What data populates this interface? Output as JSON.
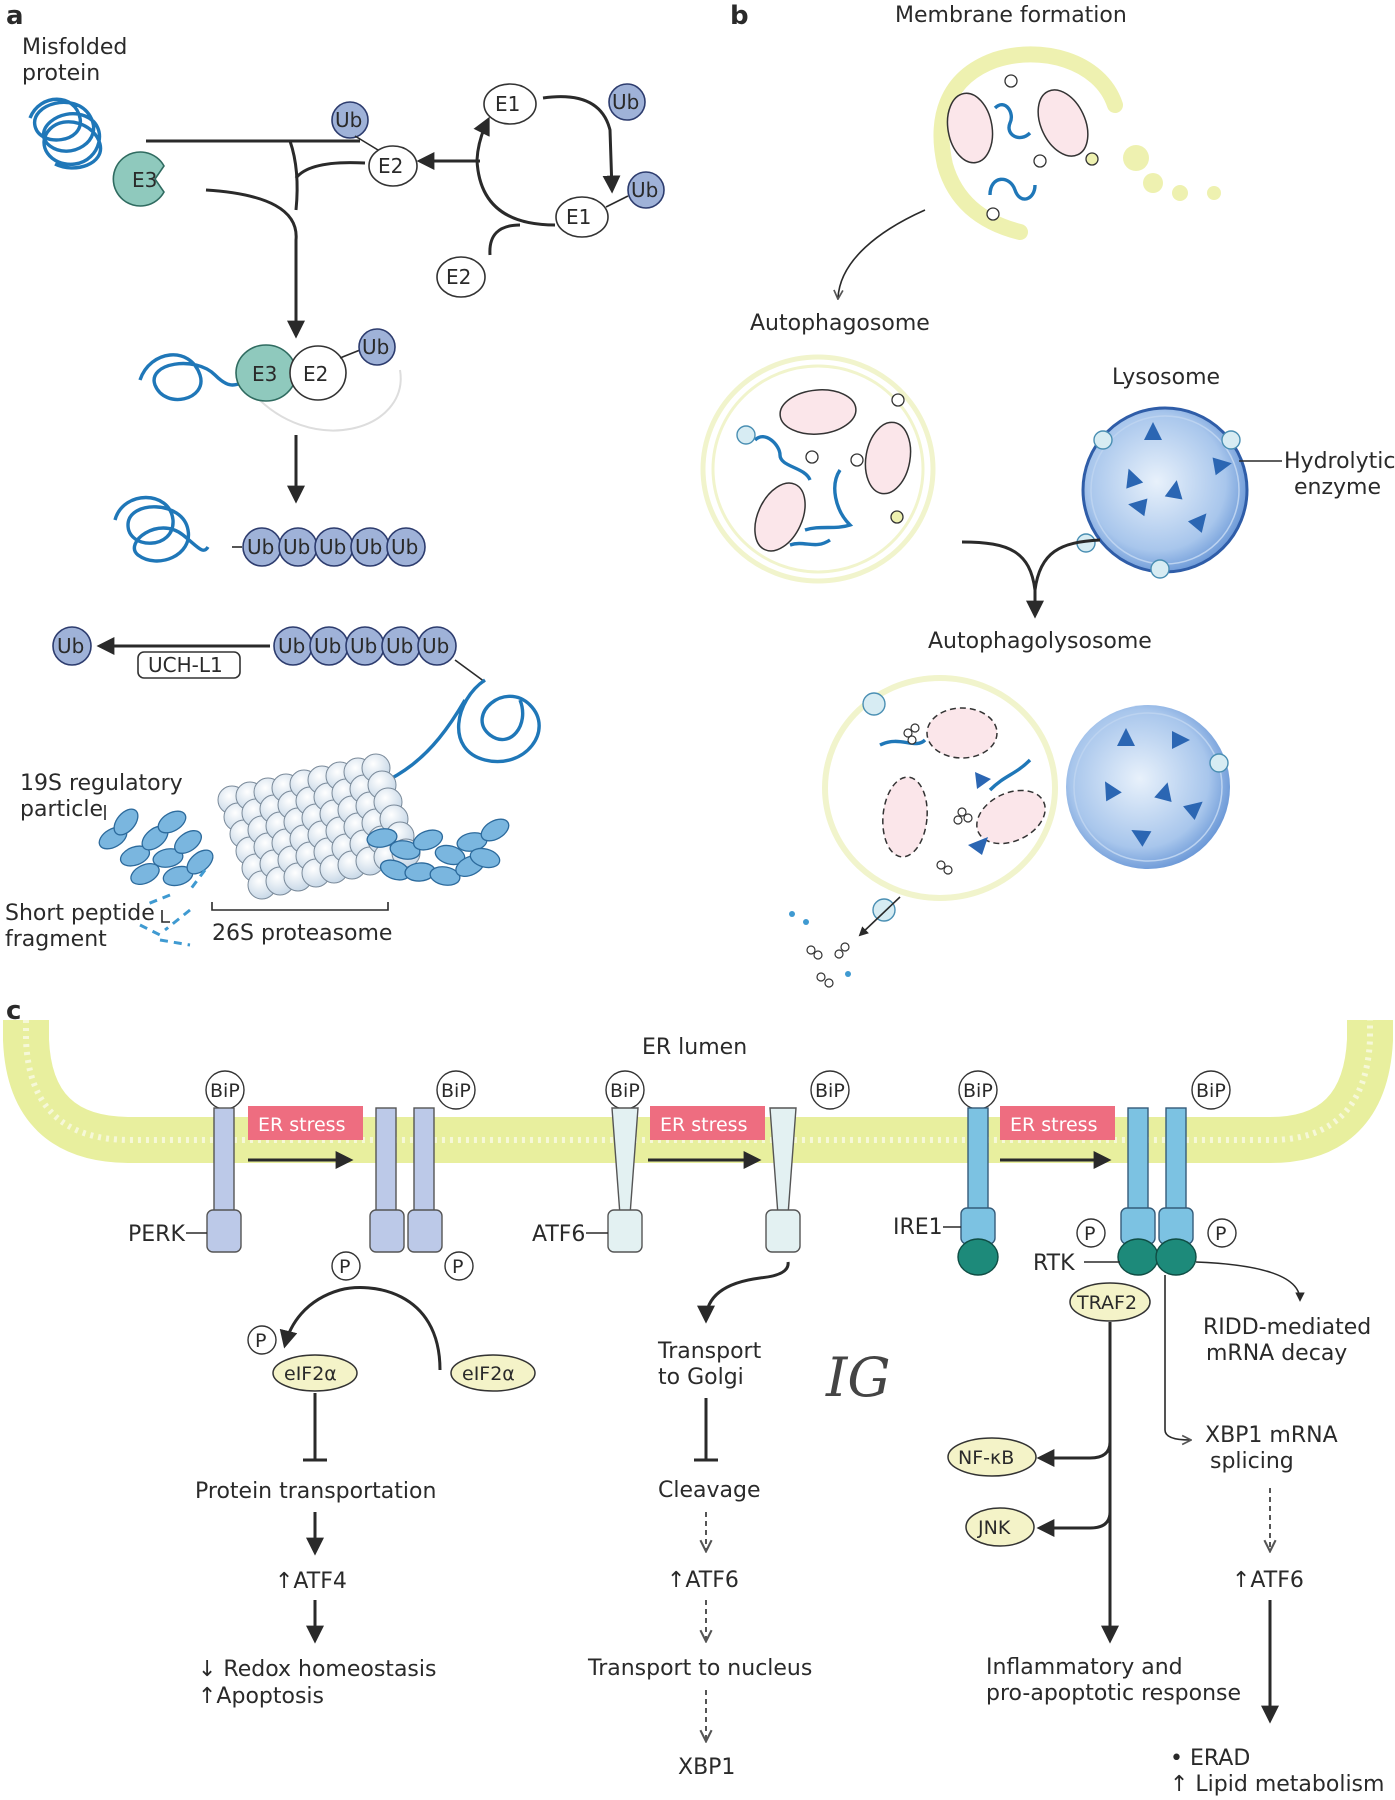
{
  "panels": {
    "a": "a",
    "b": "b",
    "c": "c"
  },
  "panel_a": {
    "misfolded_protein": [
      "Misfolded",
      "protein"
    ],
    "ub": "Ub",
    "e1": "E1",
    "e2": "E2",
    "e3": "E3",
    "uch_l1": "UCH-L1",
    "regulatory_19s": [
      "19S regulatory",
      "particle"
    ],
    "short_peptide": [
      "Short peptide",
      "fragment"
    ],
    "proteasome_26s": "26S proteasome"
  },
  "panel_b": {
    "membrane_formation": "Membrane formation",
    "autophagosome": "Autophagosome",
    "lysosome": "Lysosome",
    "hydrolytic_enzyme": [
      "Hydrolytic",
      "enzyme"
    ],
    "autophagolysosome": "Autophagolysosome"
  },
  "panel_c": {
    "er_lumen": "ER lumen",
    "bip": "BiP",
    "er_stress": "ER stress",
    "perk": "PERK",
    "atf6_sensor": "ATF6",
    "ire1": "IRE1",
    "p": "P",
    "rtk": "RTK",
    "traf2": "TRAF2",
    "eif2a": "eIF2α",
    "protein_transportation": "Protein transportation",
    "up_atf4": "↑ATF4",
    "redox": "↓ Redox homeostasis",
    "apoptosis": "↑Apoptosis",
    "transport_golgi": [
      "Transport",
      "to Golgi"
    ],
    "cleavage": "Cleavage",
    "up_atf6": "↑ATF6",
    "transport_nucleus": "Transport to nucleus",
    "xbp1": "XBP1",
    "ridd": [
      "RIDD-mediated",
      "mRNA decay"
    ],
    "xbp1_splicing": [
      "XBP1 mRNA",
      "splicing"
    ],
    "nfkb": "NF-κB",
    "jnk": "JNK",
    "inflammatory": [
      "Inflammatory and",
      "pro-apoptotic response"
    ],
    "erad": "• ERAD",
    "lipid": "↑ Lipid metabolism",
    "handwriting": "IG"
  }
}
